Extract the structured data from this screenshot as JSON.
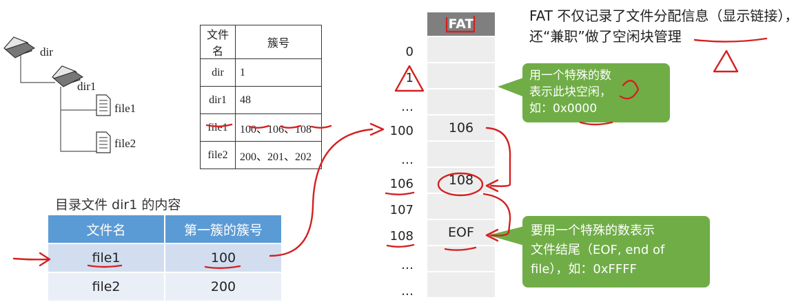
{
  "tree": {
    "nodes": [
      {
        "label": "dir",
        "icon": "folder-icon"
      },
      {
        "label": "dir1",
        "icon": "folder-icon"
      },
      {
        "label": "file1",
        "icon": "document-icon"
      },
      {
        "label": "file2",
        "icon": "document-icon"
      }
    ]
  },
  "dir_table": {
    "headers": [
      "文件名",
      "簇号"
    ],
    "rows": [
      {
        "name": "dir",
        "clusters": "1"
      },
      {
        "name": "dir1",
        "clusters": "48"
      },
      {
        "name": "file1",
        "clusters": "100、106、108"
      },
      {
        "name": "file2",
        "clusters": "200、201、202"
      }
    ]
  },
  "dir1_entries": {
    "caption": "目录文件 dir1 的内容",
    "headers": [
      "文件名",
      "第一簇的簇号"
    ],
    "rows": [
      {
        "name": "file1",
        "first_cluster": "100"
      },
      {
        "name": "file2",
        "first_cluster": "200"
      }
    ]
  },
  "fat": {
    "header": "FAT",
    "rows": [
      {
        "index": "0",
        "value": ""
      },
      {
        "index": "1",
        "value": ""
      },
      {
        "index": "…",
        "value": ""
      },
      {
        "index": "100",
        "value": "106"
      },
      {
        "index": "…",
        "value": ""
      },
      {
        "index": "106",
        "value": "108"
      },
      {
        "index": "107",
        "value": ""
      },
      {
        "index": "108",
        "value": "EOF"
      },
      {
        "index": "…",
        "value": ""
      },
      {
        "index": "…",
        "value": ""
      }
    ]
  },
  "notes": {
    "top": "FAT 不仅记录了文件分配信息（显示链接），还“兼职”做了空闲块管理",
    "free_block_lines": [
      "用一个特殊的数",
      "表示此块空闲，",
      "如：0x0000"
    ],
    "eof_lines": [
      "要用一个特殊的数表示",
      "文件结尾（EOF, end of",
      "file），如：0xFFFF"
    ]
  },
  "colors": {
    "fat_header": "#7f7f7f",
    "fat_cell": "#ededed",
    "table_header": "#5b9bd5",
    "callout": "#70ad47",
    "annotation_ink": "#d42020"
  }
}
